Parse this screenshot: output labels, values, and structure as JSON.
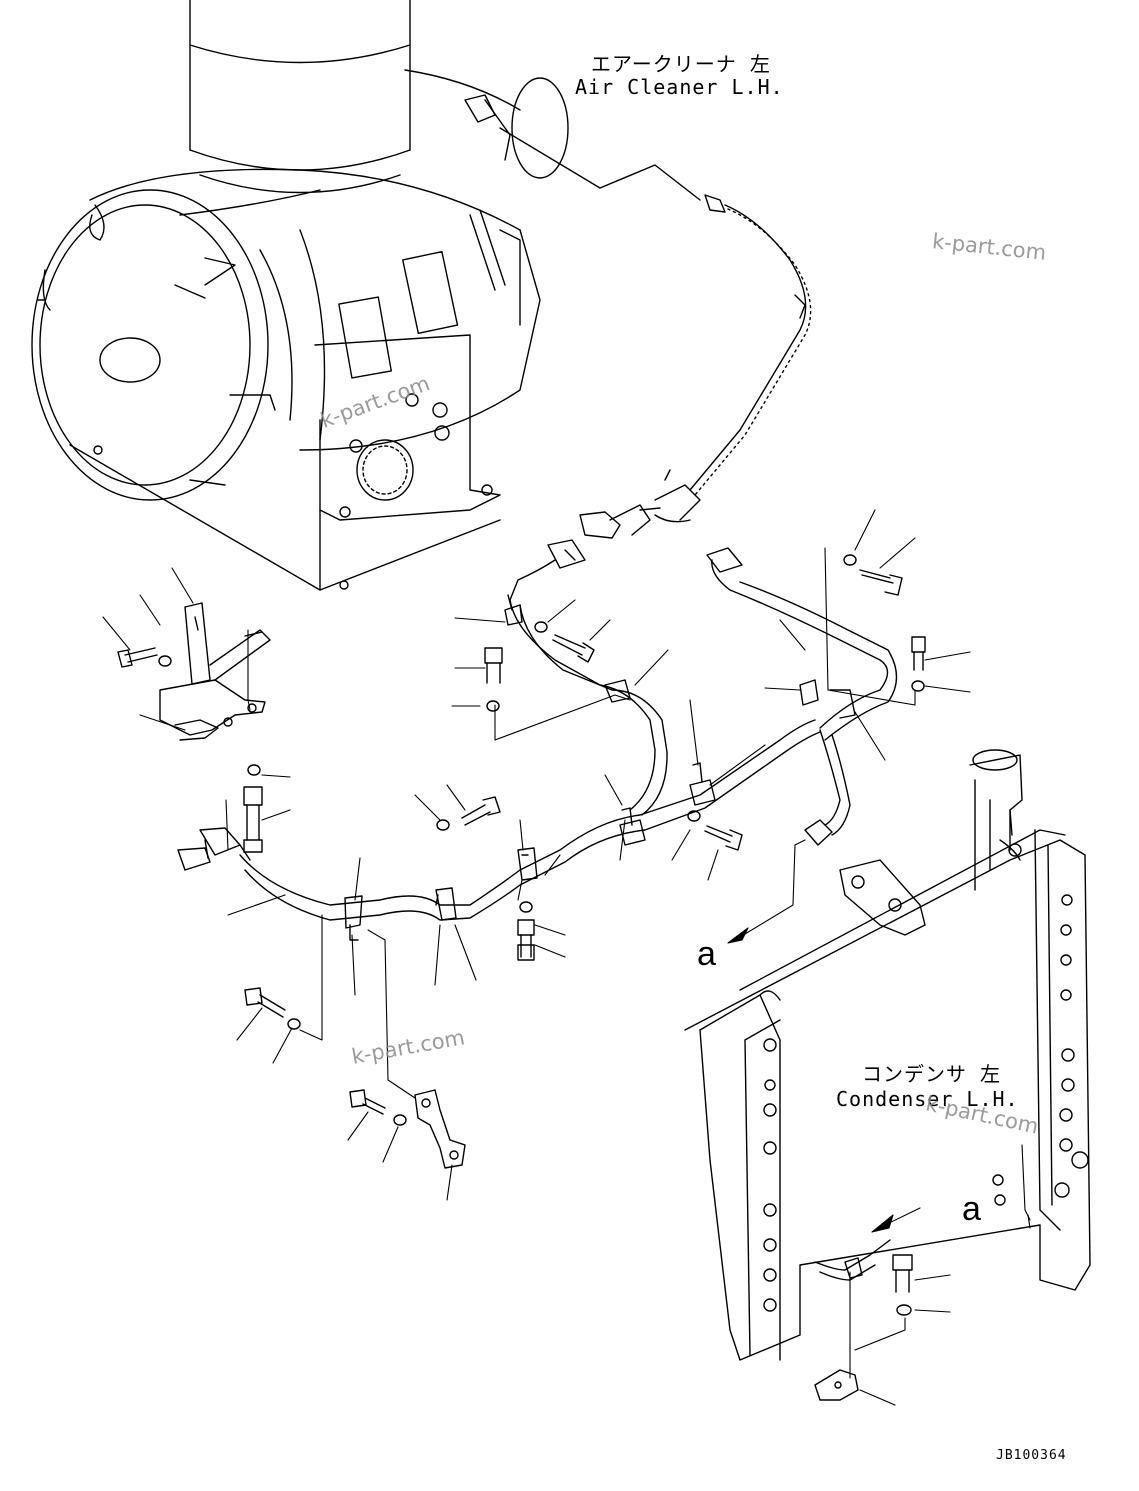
{
  "labels": {
    "air_cleaner_jp": "エアークリーナ 左",
    "air_cleaner_en": "Air Cleaner L.H.",
    "condenser_jp": "コンデンサ 左",
    "condenser_en": "Condenser L.H."
  },
  "view_refs": {
    "a_upper": "a",
    "a_lower": "a"
  },
  "watermarks": [
    "k-part.com",
    "k-part.com",
    "k-part.com",
    "k-part.com"
  ],
  "drawing_code": "JB100364"
}
